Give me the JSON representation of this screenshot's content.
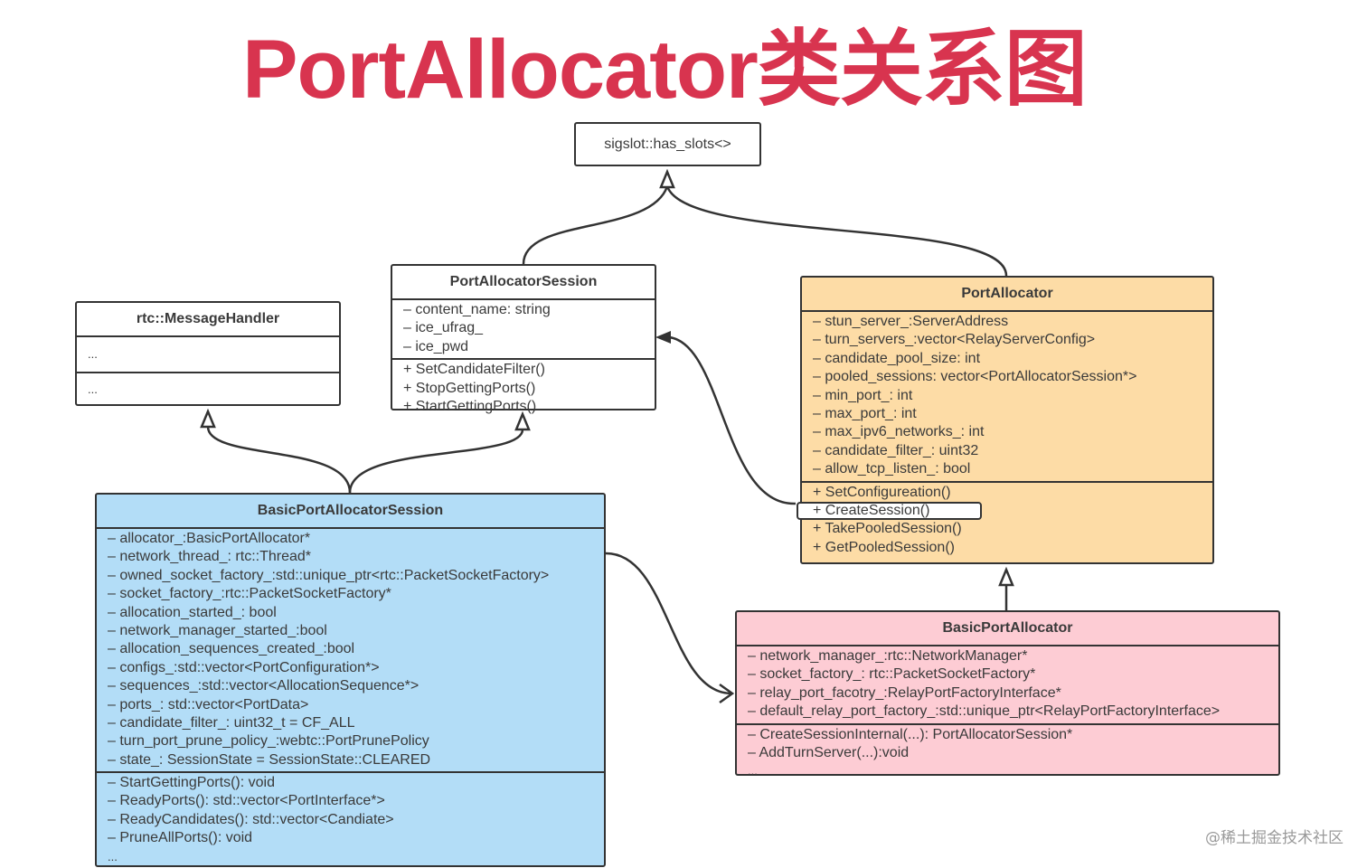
{
  "title": "PortAllocator类关系图",
  "watermark": "@稀土掘金技术社区",
  "colors": {
    "title": "#d8344f",
    "port_allocator": "#fddca6",
    "basic_port_allocator_session": "#b3ddf7",
    "basic_port_allocator": "#fdccd4"
  },
  "classes": {
    "has_slots": {
      "name": "sigslot::has_slots<>"
    },
    "message_handler": {
      "name": "rtc::MessageHandler",
      "attributes": [
        "..."
      ],
      "methods": [
        "..."
      ]
    },
    "port_allocator_session": {
      "name": "PortAllocatorSession",
      "attributes": [
        "– content_name: string",
        "– ice_ufrag_",
        "– ice_pwd"
      ],
      "methods": [
        "+ SetCandidateFilter()",
        "+ StopGettingPorts()",
        "+ StartGettingPorts()"
      ]
    },
    "port_allocator": {
      "name": "PortAllocator",
      "attributes": [
        "– stun_server_:ServerAddress",
        "–   turn_servers_:vector<RelayServerConfig>",
        "– candidate_pool_size: int",
        "– pooled_sessions: vector<PortAllocatorSession*>",
        "– min_port_: int",
        "– max_port_: int",
        "– max_ipv6_networks_: int",
        "– candidate_filter_: uint32",
        "– allow_tcp_listen_: bool"
      ],
      "methods": [
        "+ SetConfigureation()",
        "+ CreateSession()",
        "+ TakePooledSession()",
        "+ GetPooledSession()"
      ],
      "highlighted_method": "+ CreateSession()"
    },
    "basic_port_allocator_session": {
      "name": "BasicPortAllocatorSession",
      "attributes": [
        "– allocator_:BasicPortAllocator*",
        "– network_thread_: rtc::Thread*",
        "– owned_socket_factory_:std::unique_ptr<rtc::PacketSocketFactory>",
        "– socket_factory_:rtc::PacketSocketFactory*",
        "– allocation_started_: bool",
        "– network_manager_started_:bool",
        "– allocation_sequences_created_:bool",
        "– configs_:std::vector<PortConfiguration*>",
        "– sequences_:std::vector<AllocationSequence*>",
        "– ports_: std::vector<PortData>",
        "– candidate_filter_: uint32_t = CF_ALL",
        "– turn_port_prune_policy_:webtc::PortPrunePolicy",
        "– state_: SessionState = SessionState::CLEARED"
      ],
      "methods": [
        "– StartGettingPorts(): void",
        "– ReadyPorts(): std::vector<PortInterface*>",
        "– ReadyCandidates(): std::vector<Candiate>",
        "– PruneAllPorts(): void",
        "..."
      ]
    },
    "basic_port_allocator": {
      "name": "BasicPortAllocator",
      "attributes": [
        "– network_manager_:rtc::NetworkManager*",
        "– socket_factory_: rtc::PacketSocketFactory*",
        "– relay_port_facotry_:RelayPortFactoryInterface*",
        "– default_relay_port_factory_:std::unique_ptr<RelayPortFactoryInterface>"
      ],
      "methods": [
        "– CreateSessionInternal(...): PortAllocatorSession*",
        "– AddTurnServer(...):void",
        "..."
      ]
    }
  }
}
